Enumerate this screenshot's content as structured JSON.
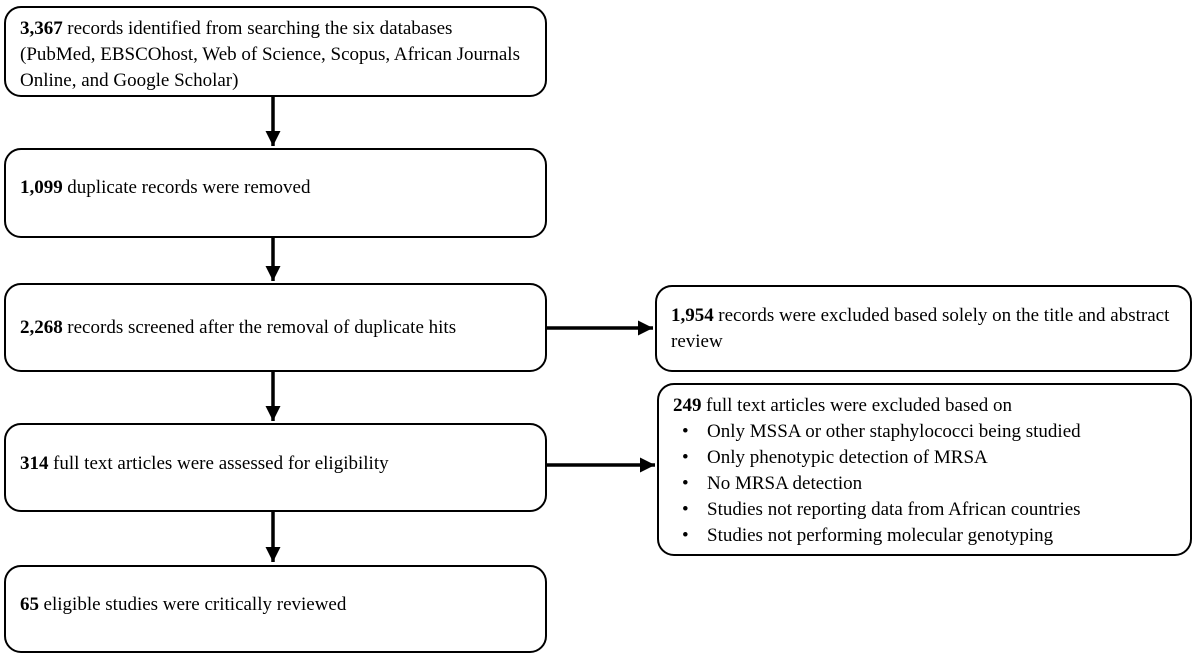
{
  "flowchart": {
    "main_boxes": [
      {
        "number": "3,367",
        "text": "records identified from searching the six databases (PubMed, EBSCOhost, Web of Science, Scopus, African Journals Online, and Google Scholar)"
      },
      {
        "number": "1,099",
        "text": "duplicate records were removed"
      },
      {
        "number": "2,268",
        "text": "records screened after the removal of duplicate hits"
      },
      {
        "number": "314",
        "text": "full text articles were assessed for eligibility"
      },
      {
        "number": "65",
        "text": "eligible studies were critically reviewed"
      }
    ],
    "side_boxes": [
      {
        "number": "1,954",
        "text": "records were excluded based solely on the title and abstract review"
      },
      {
        "number": "249",
        "text": "full text articles were excluded based on",
        "bullets": [
          "Only MSSA or other staphylococci being studied",
          "Only phenotypic detection of MRSA",
          "No MRSA detection",
          "Studies not reporting data from African countries",
          "Studies not performing molecular genotyping"
        ]
      }
    ],
    "colors": {
      "border": "#000000",
      "text": "#000000",
      "background": "#ffffff"
    }
  }
}
